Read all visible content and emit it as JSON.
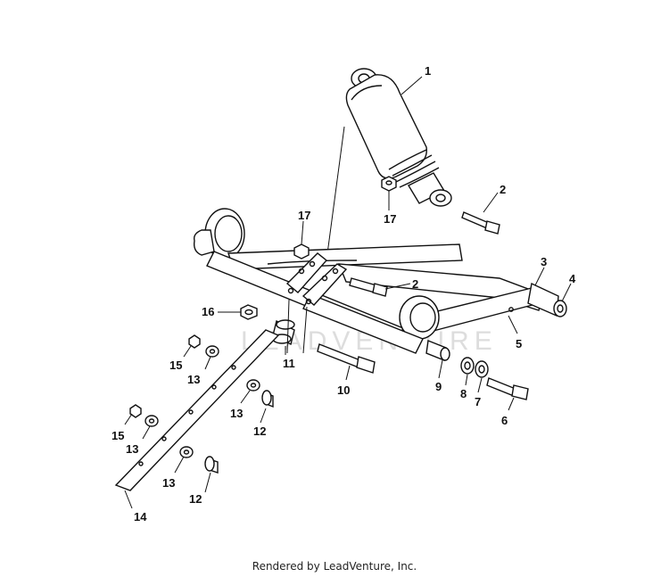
{
  "diagram": {
    "watermark": "LEADVENTURE",
    "callouts": [
      "1",
      "2",
      "17",
      "2",
      "3",
      "4",
      "16",
      "11",
      "5",
      "15",
      "13",
      "13",
      "10",
      "9",
      "8",
      "7",
      "6",
      "15",
      "13",
      "12",
      "13",
      "12",
      "14",
      "17"
    ]
  },
  "footer": {
    "text": "Rendered by LeadVenture, Inc."
  },
  "colors": {
    "line": "#111111",
    "background": "#ffffff",
    "watermark": "#dddddd"
  }
}
